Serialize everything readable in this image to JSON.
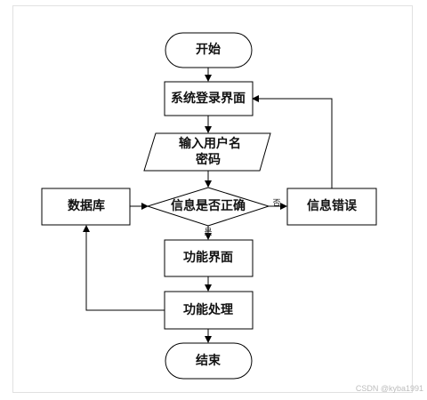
{
  "flowchart": {
    "start": "开始",
    "login": "系统登录界面",
    "input_line1": "输入用户名",
    "input_line2": "密码",
    "decision": "信息是否正确",
    "database": "数据库",
    "error": "信息错误",
    "function_ui": "功能界面",
    "function_process": "功能处理",
    "end": "结束",
    "yes_label": "是",
    "no_label": "否"
  },
  "watermark": "CSDN @kyba1991"
}
